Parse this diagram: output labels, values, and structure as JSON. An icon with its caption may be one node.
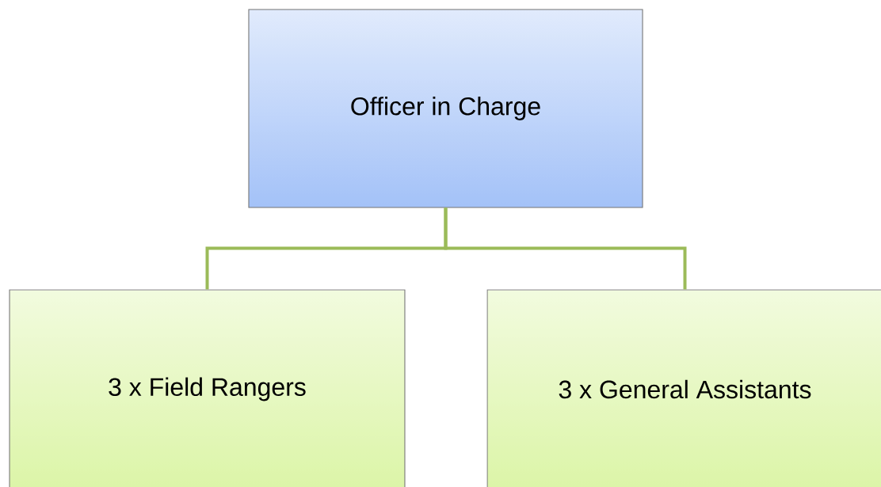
{
  "diagram": {
    "nodes": [
      {
        "text": [
          "Officer in Charge"
        ]
      },
      {
        "text": [
          "3 x Field Rangers"
        ]
      },
      {
        "text": [
          "3 x General Assistants"
        ]
      }
    ],
    "edges": [
      {
        "from": 0,
        "to": 1,
        "arrow": "none"
      },
      {
        "from": 0,
        "to": 2,
        "arrow": "none"
      }
    ]
  }
}
